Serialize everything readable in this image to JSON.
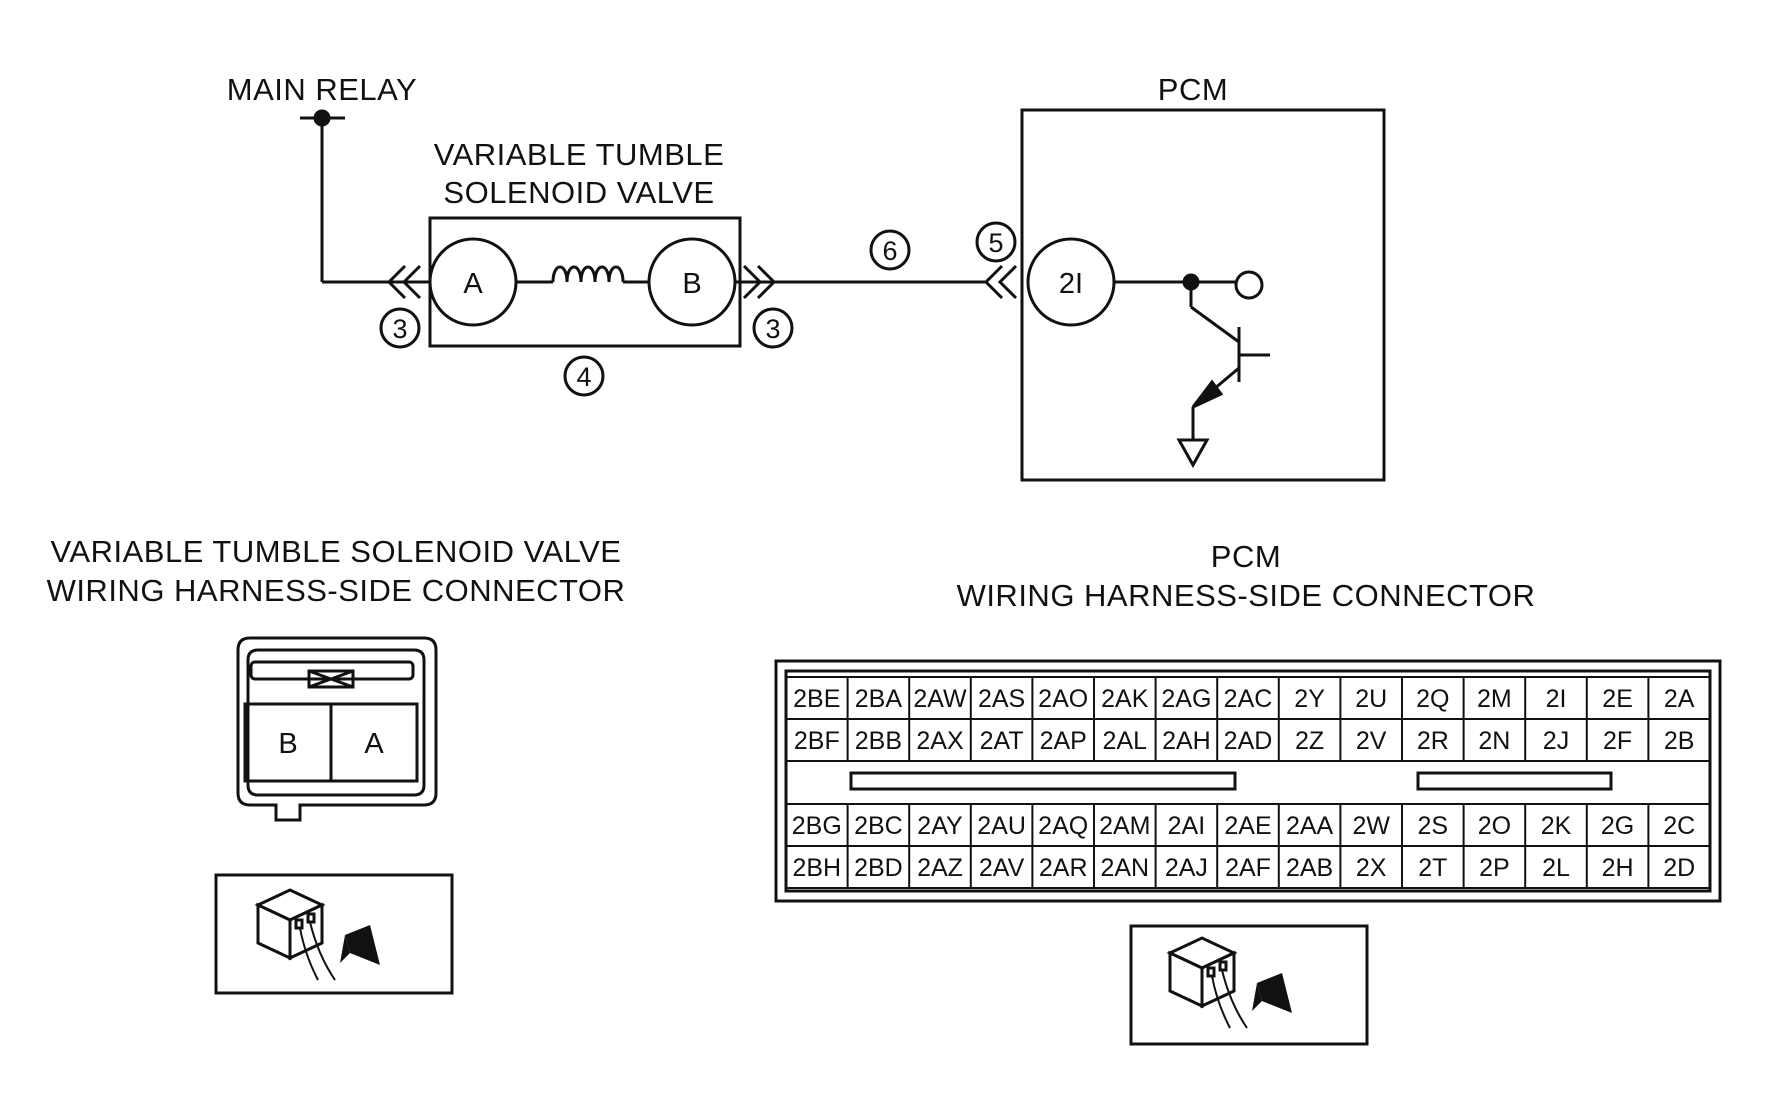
{
  "schematic": {
    "main_relay_label": "MAIN RELAY",
    "solenoid_label_line1": "VARIABLE TUMBLE",
    "solenoid_label_line2": "SOLENOID VALVE",
    "pcm_label": "PCM",
    "terminal_a": "A",
    "terminal_b": "B",
    "pcm_terminal": "2I",
    "callout_left_connector": "3",
    "callout_right_connector": "3",
    "callout_solenoid": "4",
    "callout_pcm_connector": "5",
    "callout_wire": "6"
  },
  "solenoid_connector": {
    "title_line1": "VARIABLE TUMBLE SOLENOID VALVE",
    "title_line2": "WIRING HARNESS-SIDE CONNECTOR",
    "pins": [
      "B",
      "A"
    ]
  },
  "pcm_connector": {
    "title_line1": "PCM",
    "title_line2": "WIRING HARNESS-SIDE CONNECTOR",
    "upper_rows": [
      [
        "2BE",
        "2BA",
        "2AW",
        "2AS",
        "2AO",
        "2AK",
        "2AG",
        "2AC",
        "2Y",
        "2U",
        "2Q",
        "2M",
        "2I",
        "2E",
        "2A"
      ],
      [
        "2BF",
        "2BB",
        "2AX",
        "2AT",
        "2AP",
        "2AL",
        "2AH",
        "2AD",
        "2Z",
        "2V",
        "2R",
        "2N",
        "2J",
        "2F",
        "2B"
      ]
    ],
    "lower_rows": [
      [
        "2BG",
        "2BC",
        "2AY",
        "2AU",
        "2AQ",
        "2AM",
        "2AI",
        "2AE",
        "2AA",
        "2W",
        "2S",
        "2O",
        "2K",
        "2G",
        "2C"
      ],
      [
        "2BH",
        "2BD",
        "2AZ",
        "2AV",
        "2AR",
        "2AN",
        "2AJ",
        "2AF",
        "2AB",
        "2X",
        "2T",
        "2P",
        "2L",
        "2H",
        "2D"
      ]
    ]
  }
}
